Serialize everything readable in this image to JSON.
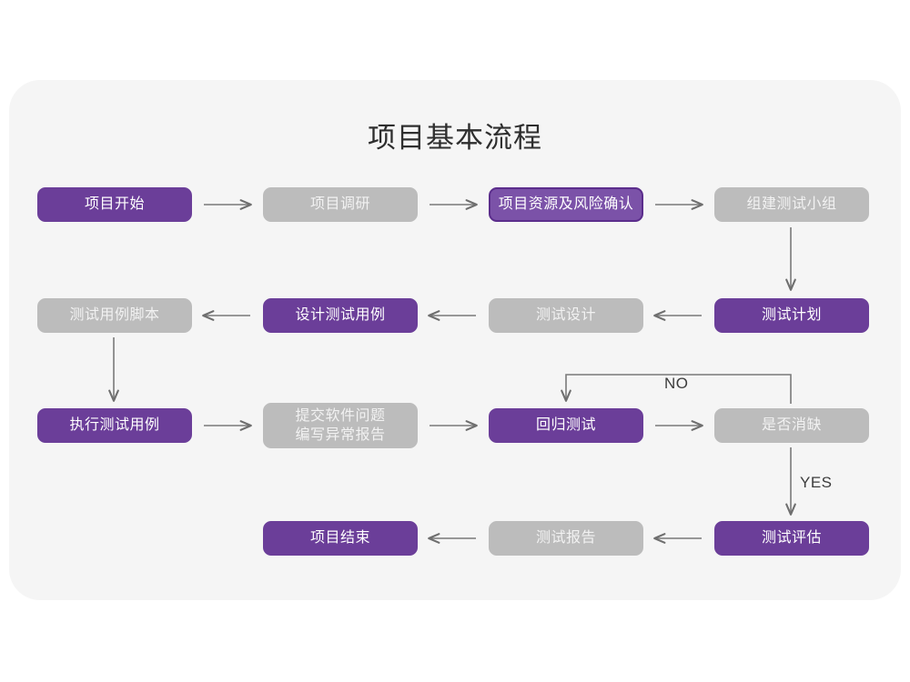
{
  "page": {
    "background_color": "#ffffff",
    "card_color": "#f5f5f5"
  },
  "title": "项目基本流程",
  "colors": {
    "purple": "#6b3e99",
    "purple_outline_fill": "#7b52a8",
    "purple_outline_border": "#5b2d8c",
    "grey": "#bcbcbc",
    "grey_text": "#f2f2f2",
    "purple_text": "#ffffff",
    "connector": "#7a7a7a",
    "title_text": "#2e2e2e",
    "label_text": "#3c3c3c"
  },
  "nodes": [
    {
      "id": "n1",
      "label": "项目开始",
      "style": "purple",
      "row": 1,
      "col": 1
    },
    {
      "id": "n2",
      "label": "项目调研",
      "style": "grey",
      "row": 1,
      "col": 2
    },
    {
      "id": "n3",
      "label": "项目资源及风险确认",
      "style": "purple-outline",
      "row": 1,
      "col": 3
    },
    {
      "id": "n4",
      "label": "组建测试小组",
      "style": "grey",
      "row": 1,
      "col": 4
    },
    {
      "id": "n5",
      "label": "测试用例脚本",
      "style": "grey",
      "row": 2,
      "col": 1
    },
    {
      "id": "n6",
      "label": "设计测试用例",
      "style": "purple",
      "row": 2,
      "col": 2
    },
    {
      "id": "n7",
      "label": "测试设计",
      "style": "grey",
      "row": 2,
      "col": 3
    },
    {
      "id": "n8",
      "label": "测试计划",
      "style": "purple",
      "row": 2,
      "col": 4
    },
    {
      "id": "n9",
      "label": "执行测试用例",
      "style": "purple",
      "row": 3,
      "col": 1
    },
    {
      "id": "n10",
      "label": "提交软件问题",
      "label2": "编写异常报告",
      "style": "grey",
      "row": 3,
      "col": 2
    },
    {
      "id": "n11",
      "label": "回归测试",
      "style": "purple",
      "row": 3,
      "col": 3
    },
    {
      "id": "n12",
      "label": "是否消缺",
      "style": "grey",
      "row": 3,
      "col": 4
    },
    {
      "id": "n13",
      "label": "项目结束",
      "style": "purple",
      "row": 4,
      "col": 2
    },
    {
      "id": "n14",
      "label": "测试报告",
      "style": "grey",
      "row": 4,
      "col": 3
    },
    {
      "id": "n15",
      "label": "测试评估",
      "style": "purple",
      "row": 4,
      "col": 4
    }
  ],
  "edge_labels": {
    "no": "NO",
    "yes": "YES"
  },
  "edges": [
    {
      "from": "n1",
      "to": "n2",
      "direction": "right"
    },
    {
      "from": "n2",
      "to": "n3",
      "direction": "right"
    },
    {
      "from": "n3",
      "to": "n4",
      "direction": "right"
    },
    {
      "from": "n4",
      "to": "n8",
      "direction": "down"
    },
    {
      "from": "n8",
      "to": "n7",
      "direction": "left"
    },
    {
      "from": "n7",
      "to": "n6",
      "direction": "left"
    },
    {
      "from": "n6",
      "to": "n5",
      "direction": "left"
    },
    {
      "from": "n5",
      "to": "n9",
      "direction": "down"
    },
    {
      "from": "n9",
      "to": "n10",
      "direction": "right"
    },
    {
      "from": "n10",
      "to": "n11",
      "direction": "right"
    },
    {
      "from": "n11",
      "to": "n12",
      "direction": "right"
    },
    {
      "from": "n12",
      "to": "n11",
      "direction": "loop-up-left",
      "label": "NO"
    },
    {
      "from": "n12",
      "to": "n15",
      "direction": "down",
      "label": "YES"
    },
    {
      "from": "n15",
      "to": "n14",
      "direction": "left"
    },
    {
      "from": "n14",
      "to": "n13",
      "direction": "left"
    }
  ]
}
